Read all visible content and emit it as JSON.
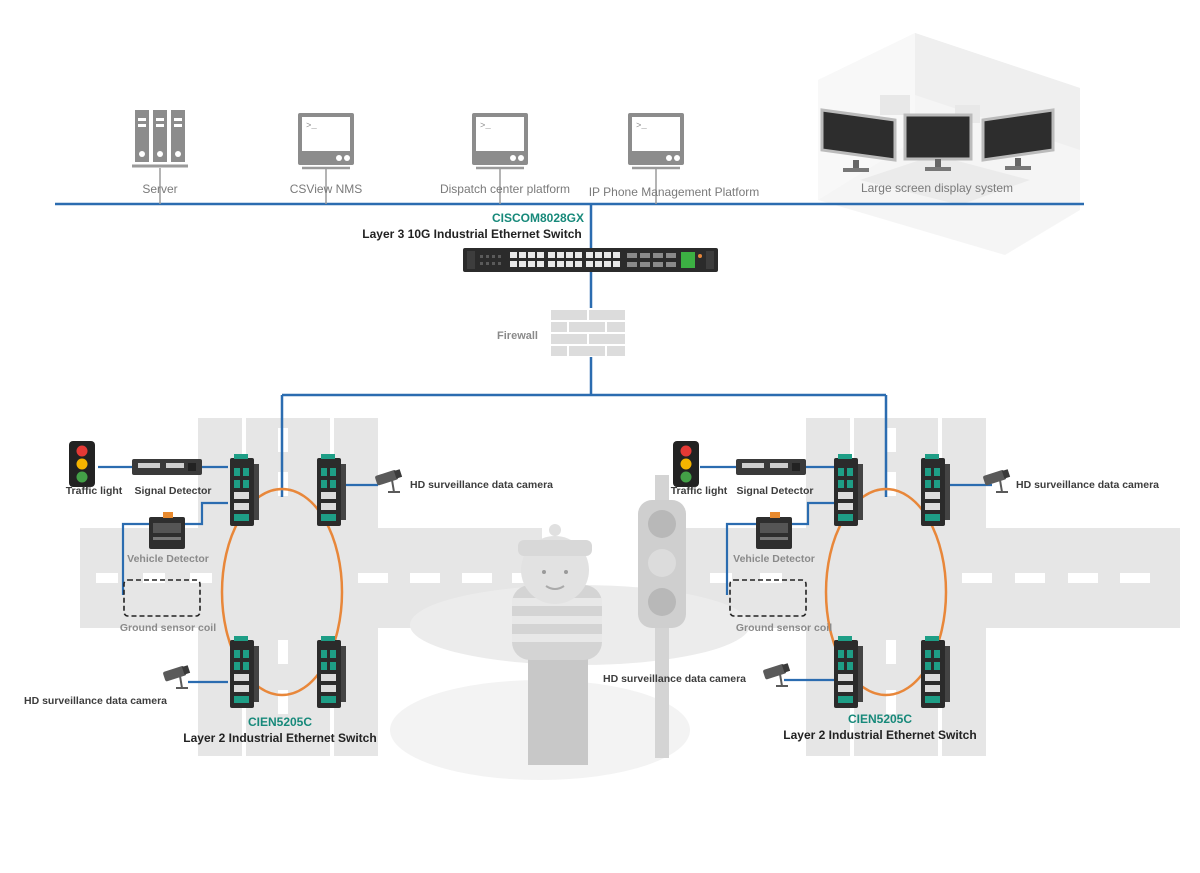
{
  "colors": {
    "link": "#2b6cb0",
    "ring": "#e8873a",
    "road": "#e6e6e6",
    "accent": "#17897a",
    "device": "#2b2b2b",
    "port": "#1e9e86"
  },
  "top": {
    "server": "Server",
    "nms": "CSView NMS",
    "dispatch": "Dispatch center platform",
    "ipphone": "IP Phone Management Platform",
    "largescreen": "Large screen display system",
    "terminal_prompt": ">_"
  },
  "core": {
    "model": "CISCOM8028GX",
    "desc": "Layer 3 10G Industrial Ethernet Switch"
  },
  "firewall": "Firewall",
  "left": {
    "traffic_light": "Traffic light",
    "signal_detector": "Signal Detector",
    "vehicle_detector": "Vehicle Detector",
    "ground_coil": "Ground sensor coil",
    "camera_top": "HD surveillance data camera",
    "camera_bottom": "HD surveillance data camera",
    "switch_model": "CIEN5205C",
    "switch_desc": "Layer 2 Industrial Ethernet Switch"
  },
  "center": {
    "camera": "HD surveillance data camera"
  },
  "right": {
    "traffic_light": "Traffic light",
    "signal_detector": "Signal Detector",
    "vehicle_detector": "Vehicle Detector",
    "ground_coil": "Ground sensor coil",
    "camera_top": "HD surveillance data camera",
    "switch_model": "CIEN5205C",
    "switch_desc": "Layer 2 Industrial Ethernet Switch"
  }
}
